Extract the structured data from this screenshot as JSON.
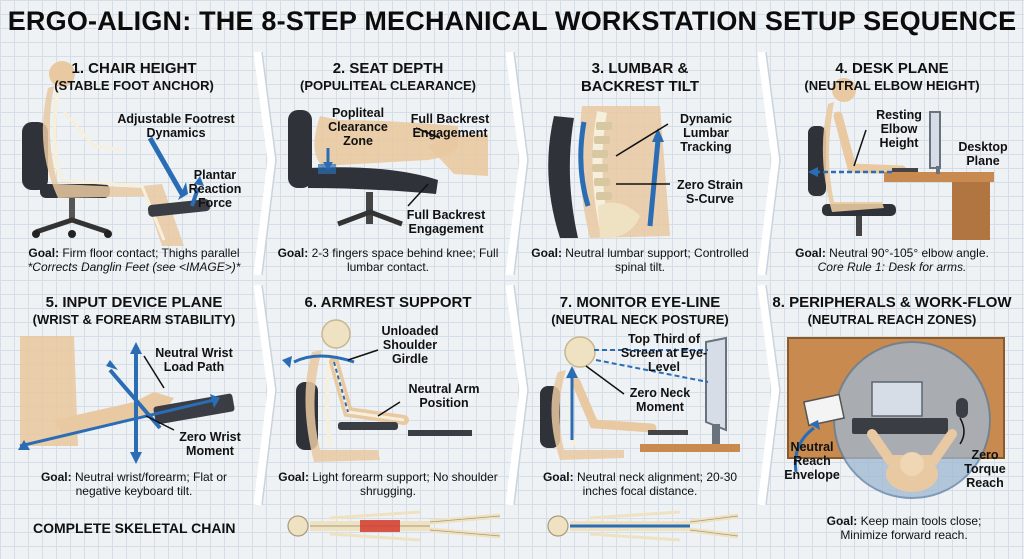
{
  "title": "ERGO-ALIGN: THE 8-STEP MECHANICAL WORKSTATION SETUP SEQUENCE",
  "colors": {
    "accent_blue": "#2a6db5",
    "bone": "#efe2c2",
    "skin": "#e9c9a1",
    "spine_red": "#d23b2d",
    "wood": "#c88a4e",
    "chair": "#2f3238"
  },
  "panels": [
    {
      "title": "1. CHAIR HEIGHT",
      "subtitle": "(STABLE FOOT ANCHOR)",
      "labels": [
        "Adjustable Footrest Dynamics",
        "Plantar Reaction Force"
      ],
      "goal_prefix": "Goal:",
      "goal_text": "Firm floor contact; Thighs parallel",
      "goal_note": "*Corrects Danglin Feet (see <IMAGE>)*"
    },
    {
      "title": "2. SEAT DEPTH",
      "subtitle": "(POPULITEAL CLEARANCE)",
      "labels": [
        "Popliteal Clearance Zone",
        "Full Backrest Engagement",
        "Full Backrest Engagement"
      ],
      "goal_prefix": "Goal:",
      "goal_text": "2-3 fingers space behind knee; Full lumbar contact.",
      "goal_note": ""
    },
    {
      "title": "3. LUMBAR &",
      "title2": "BACKREST TILT",
      "subtitle": "",
      "labels": [
        "Dynamic Lumbar Tracking",
        "Zero Strain S-Curve"
      ],
      "goal_prefix": "Goal:",
      "goal_text": "Neutral lumbar support; Controlled spinal tilt.",
      "goal_note": ""
    },
    {
      "title": "4. DESK PLANE",
      "subtitle": "(NEUTRAL ELBOW HEIGHT)",
      "labels": [
        "Resting Elbow Height",
        "Desktop Plane"
      ],
      "goal_prefix": "Goal:",
      "goal_text": "Neutral 90°-105° elbow angle.",
      "goal_note": "Core Rule 1: Desk for arms."
    },
    {
      "title": "5. INPUT DEVICE PLANE",
      "subtitle": "(WRIST & FOREARM STABILITY)",
      "labels": [
        "Neutral Wrist Load Path",
        "Zero Wrist Moment"
      ],
      "goal_prefix": "Goal:",
      "goal_text": "Neutral wrist/forearm; Flat or negative keyboard tilt.",
      "goal_note": ""
    },
    {
      "title": "6. ARMREST SUPPORT",
      "subtitle": "",
      "labels": [
        "Unloaded Shoulder Girdle",
        "Neutral Arm Position"
      ],
      "goal_prefix": "Goal:",
      "goal_text": "Light forearm support; No shoulder shrugging.",
      "goal_note": ""
    },
    {
      "title": "7. MONITOR EYE-LINE",
      "subtitle": "(NEUTRAL NECK POSTURE)",
      "labels": [
        "Top Third of Screen at Eye-Level",
        "Zero Neck Moment"
      ],
      "goal_prefix": "Goal:",
      "goal_text": "Neutral neck alignment; 20-30 inches focal distance.",
      "goal_note": ""
    },
    {
      "title": "8. PERIPHERALS & WORK-FLOW",
      "subtitle": "(NEUTRAL REACH ZONES)",
      "labels": [
        "Neutral Reach Envelope",
        "Zero Torque Reach"
      ],
      "goal_prefix": "Goal:",
      "goal_text": "Keep main tools close; Minimize forward reach.",
      "goal_note": ""
    }
  ],
  "chain_label": "COMPLETE SKELETAL CHAIN"
}
